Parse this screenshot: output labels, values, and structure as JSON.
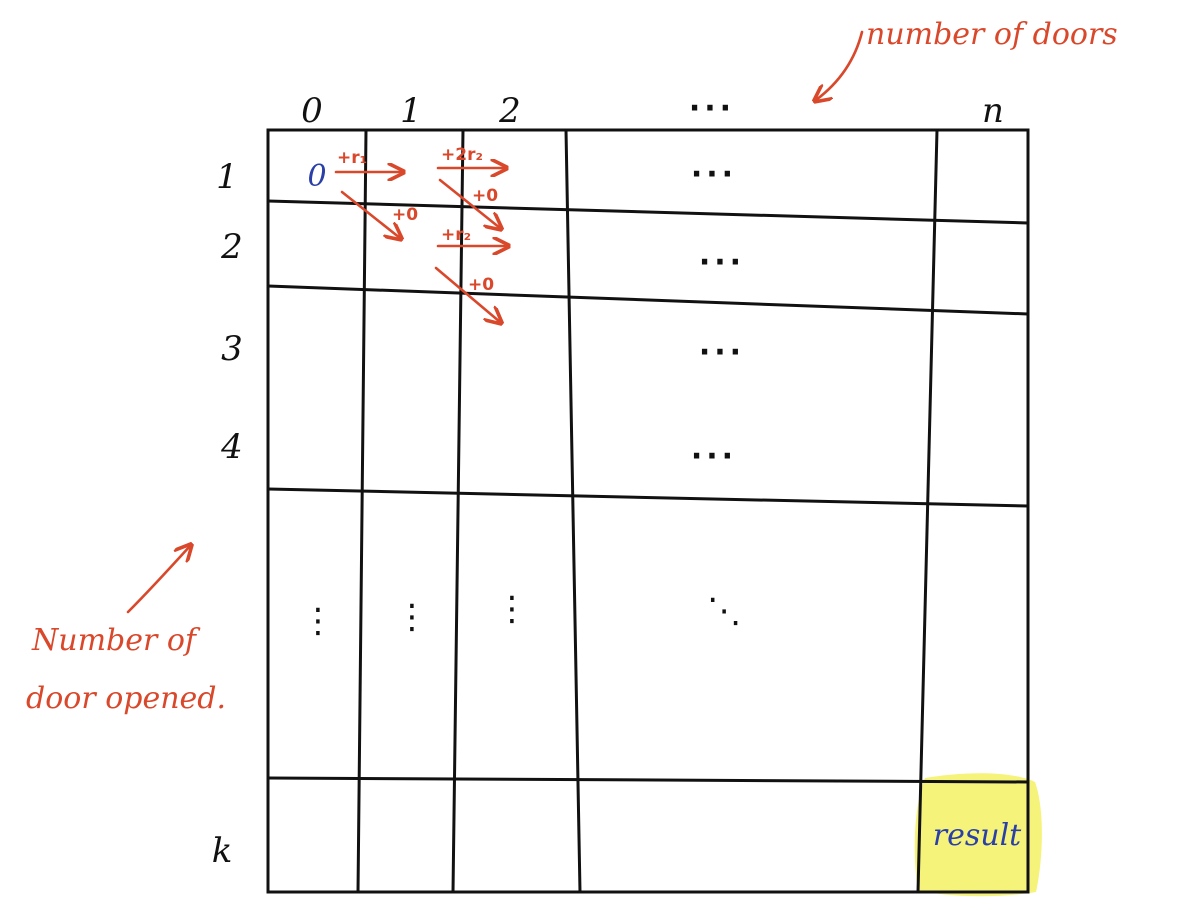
{
  "annotations": {
    "top_right": "number of doors",
    "left_line1": "Number of",
    "left_line2": "door opened."
  },
  "column_headers": [
    "0",
    "1",
    "2",
    "···",
    "n"
  ],
  "row_headers": [
    "1",
    "2",
    "3",
    "4",
    "k"
  ],
  "start_cell_value": "0",
  "result_label": "result",
  "transitions": {
    "right_r1": "+r₁",
    "diag_0_a": "+0",
    "right_2r2": "+2r₂",
    "diag_0_b": "+0",
    "right_r2": "+r₂",
    "diag_0_c": "+0"
  },
  "ellipsis": "···",
  "vertical_ellipsis": "⋮",
  "diagonal_ellipsis": "⋱",
  "colors": {
    "grid": "#111111",
    "annotation": "#d9482b",
    "value": "#2a40a8",
    "highlight": "#f6f37a"
  }
}
